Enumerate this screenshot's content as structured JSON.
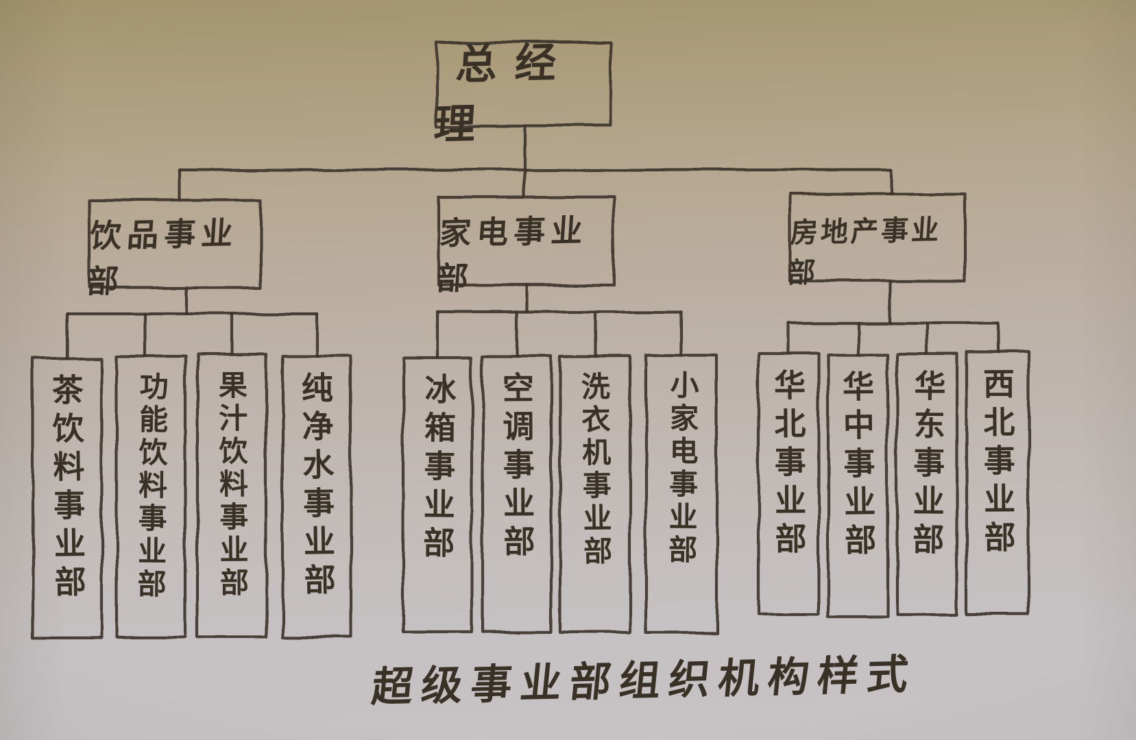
{
  "root": {
    "label": "总经理"
  },
  "divisions": [
    {
      "label": "饮品事业部",
      "children": [
        "茶饮料事业部",
        "功能饮料事业部",
        "果汁饮料事业部",
        "纯净水事业部"
      ]
    },
    {
      "label": "家电事业部",
      "children": [
        "冰箱事业部",
        "空调事业部",
        "洗衣机事业部",
        "小家电事业部"
      ]
    },
    {
      "label": "房地产事业部",
      "children": [
        "华北事业部",
        "华中事业部",
        "华东事业部",
        "西北事业部"
      ]
    }
  ],
  "caption": "超级事业部组织机构样式",
  "colors": {
    "ink": "#3e342a",
    "paper_top": "#a2946d",
    "paper_bottom": "#c7c3c5"
  }
}
